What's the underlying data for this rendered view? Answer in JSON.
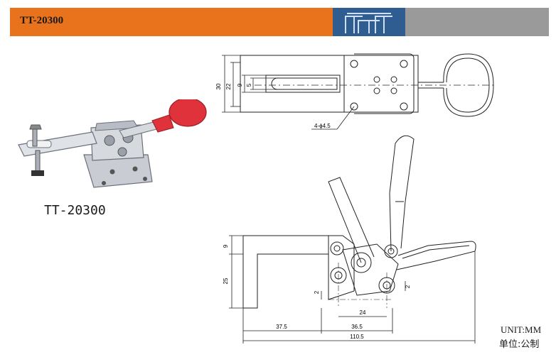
{
  "header": {
    "title": "TT-20300",
    "colors": {
      "orange": "#e8731c",
      "logo_blue": "#2f5d91",
      "gray": "#9a9a9a"
    },
    "logo_icon": "pillars-logo-icon"
  },
  "photo": {
    "icon": "toggle-clamp-photo-icon",
    "handle_color": "#e0323a",
    "model_label": "TT-20300"
  },
  "top_view": {
    "dims": {
      "d30": "30",
      "d22": "22",
      "d9": "9",
      "d5": "5",
      "hole": "4-ϕ4.5"
    }
  },
  "side_view": {
    "dims": {
      "d9": "9",
      "d25": "25",
      "d2a": "2",
      "d2b": "2",
      "d24": "24",
      "d36": "36.5",
      "d37": "37.5",
      "d110": "110.5"
    }
  },
  "units": {
    "en": "UNIT:MM",
    "cn": "单位:公制"
  }
}
